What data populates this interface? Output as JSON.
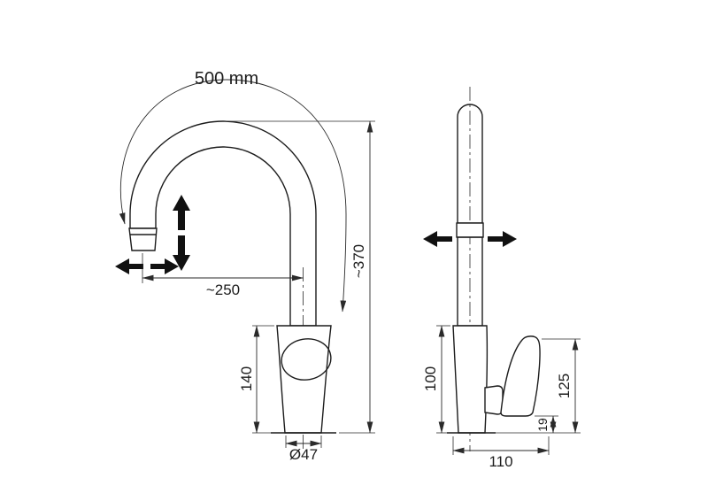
{
  "colors": {
    "background": "#ffffff",
    "line": "#1c1c1c",
    "dimension": "#2a2a2a",
    "arrow": "#111111"
  },
  "front_view": {
    "hose_length_label": "500 mm",
    "reach_label": "~250",
    "total_height_label": "~370",
    "body_height_label": "140",
    "base_diameter_label": "Ø47"
  },
  "side_view": {
    "body_height_label": "100",
    "base_depth_label": "110",
    "handle_height_label": "125",
    "clearance_label": "19"
  }
}
